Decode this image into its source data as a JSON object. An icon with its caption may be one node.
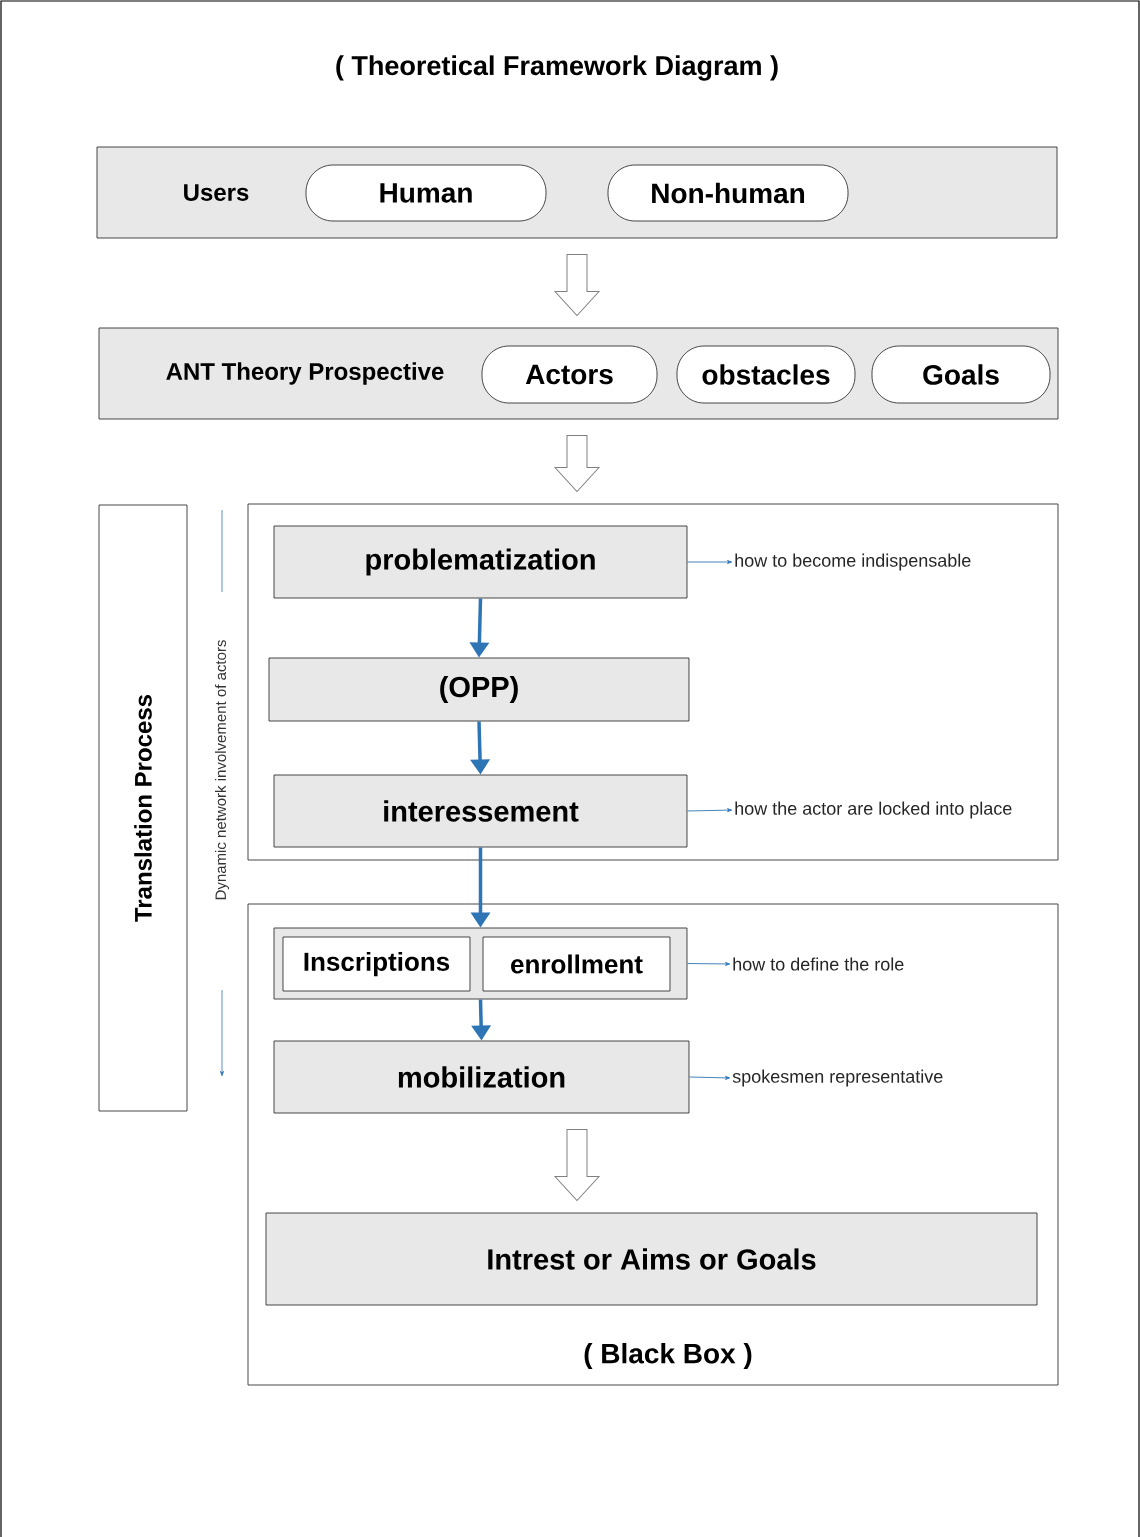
{
  "diagram": {
    "title": "( Theoretical Framework Diagram )",
    "nodes": [
      {
        "text": [
          "Users"
        ]
      },
      {
        "text": [
          "Human"
        ],
        "in": 0
      },
      {
        "text": [
          "Non-human"
        ],
        "in": 0
      },
      {
        "text": [
          "ANT Theory Prospective"
        ]
      },
      {
        "text": [
          "Actors"
        ],
        "in": 3
      },
      {
        "text": [
          "obstacles"
        ],
        "in": 3
      },
      {
        "text": [
          "Goals"
        ],
        "in": 3
      },
      {
        "text": [
          "Translation Process"
        ]
      },
      {
        "text": [],
        "shape": "box"
      },
      {
        "text": [
          "problematization"
        ],
        "in": 8
      },
      {
        "text": [
          "how to become indispensable"
        ],
        "in": 8
      },
      {
        "text": [
          "(OPP)"
        ],
        "in": 8
      },
      {
        "text": [
          "interessement"
        ],
        "in": 8
      },
      {
        "text": [
          "how the actor are locked into place"
        ],
        "in": 8
      },
      {
        "text": [
          "( Black Box )"
        ]
      },
      {
        "text": [],
        "shape": "box",
        "in": 14
      },
      {
        "text": [
          "Inscriptions"
        ],
        "in": 15
      },
      {
        "text": [
          "enrollment"
        ],
        "in": 15
      },
      {
        "text": [
          "how to define the role"
        ],
        "in": 14
      },
      {
        "text": [
          "mobilization"
        ],
        "in": 14
      },
      {
        "text": [
          "spokesmen representative"
        ],
        "in": 14
      },
      {
        "text": [
          "Intrest or Aims or Goals"
        ],
        "in": 14
      }
    ],
    "edges": [
      {
        "from": 0,
        "to": 3,
        "arrow": "to",
        "style": "thick",
        "color": "#808080"
      },
      {
        "from": 3,
        "to": 8,
        "arrow": "to",
        "style": "thick",
        "color": "#808080"
      },
      {
        "from": 9,
        "to": 10,
        "arrow": "to"
      },
      {
        "from": 9,
        "to": 11,
        "arrow": "to",
        "style": "thick"
      },
      {
        "from": 11,
        "to": 12,
        "arrow": "to",
        "style": "thick"
      },
      {
        "from": 12,
        "to": 13,
        "arrow": "to"
      },
      {
        "from": 12,
        "to": 15,
        "arrow": "to",
        "style": "thick"
      },
      {
        "from": 15,
        "to": 18,
        "arrow": "to"
      },
      {
        "from": 15,
        "to": 19,
        "arrow": "to",
        "style": "thick"
      },
      {
        "from": 19,
        "to": 20,
        "arrow": "to"
      },
      {
        "from": 19,
        "to": 21,
        "arrow": "to",
        "style": "thick",
        "color": "#808080"
      }
    ],
    "labels": [
      "Dynamic network involvement of actors"
    ]
  }
}
